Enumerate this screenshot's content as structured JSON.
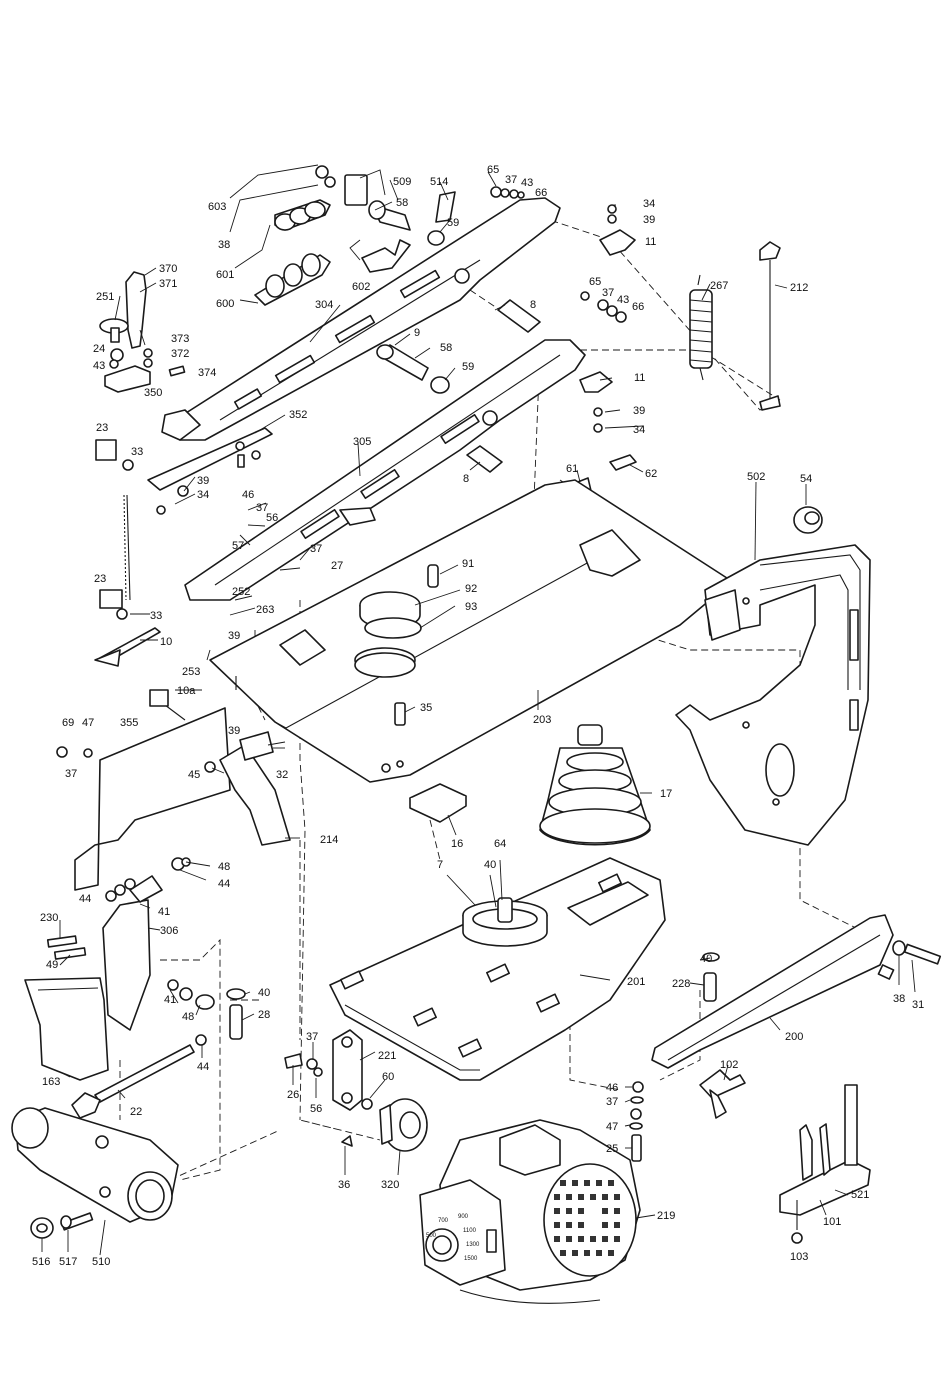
{
  "callouts": {
    "c603": "603",
    "c38": "38",
    "c601": "601",
    "c600": "600",
    "c602": "602",
    "c509": "509",
    "c514": "514",
    "c58a": "58",
    "c59a": "59",
    "c65a": "65",
    "c37a": "37",
    "c43a": "43",
    "c66a": "66",
    "c34a": "34",
    "c39a": "39",
    "c11a": "11",
    "c370": "370",
    "c371": "371",
    "c251": "251",
    "c373": "373",
    "c372": "372",
    "c24": "24",
    "c43b": "43",
    "c374": "374",
    "c350": "350",
    "c304": "304",
    "c8a": "8",
    "c65b": "65",
    "c37b": "37",
    "c43c": "43",
    "c66b": "66",
    "c267": "267",
    "c212": "212",
    "c9": "9",
    "c58b": "58",
    "c59b": "59",
    "c11b": "11",
    "c39b": "39",
    "c34b": "34",
    "c352": "352",
    "c23a": "23",
    "c33a": "33",
    "c39c": "39",
    "c34c": "34",
    "c305": "305",
    "c8b": "8",
    "c61": "61",
    "c62": "62",
    "c502": "502",
    "c54": "54",
    "c46a": "46",
    "c37c": "37",
    "c56a": "56",
    "c57": "57",
    "c37d": "37",
    "c27": "27",
    "c91": "91",
    "c92": "92",
    "c93": "93",
    "c23b": "23",
    "c252": "252",
    "c263": "263",
    "c33b": "33",
    "c10": "10",
    "c39d": "39",
    "c253": "253",
    "c10a": "10a",
    "c35": "35",
    "c203": "203",
    "c69": "69",
    "c47a": "47",
    "c355": "355",
    "c37e": "37",
    "c39e": "39",
    "c45": "45",
    "c32": "32",
    "c17": "17",
    "c16": "16",
    "c214": "214",
    "c64": "64",
    "c7": "7",
    "c40a": "40",
    "c48a": "48",
    "c44a": "44",
    "c44b": "44",
    "c41a": "41",
    "c230": "230",
    "c306": "306",
    "c49": "49",
    "c41b": "41",
    "c48b": "48",
    "c40b": "40",
    "c28": "28",
    "c163": "163",
    "c44c": "44",
    "c22": "22",
    "c40c": "40",
    "c228": "228",
    "c201": "201",
    "c38b": "38",
    "c31": "31",
    "c200": "200",
    "c37f": "37",
    "c221": "221",
    "c26": "26",
    "c56b": "56",
    "c60": "60",
    "c102": "102",
    "c46b": "46",
    "c37g": "37",
    "c47b": "47",
    "c25": "25",
    "c36": "36",
    "c320": "320",
    "c219": "219",
    "c521": "521",
    "c101": "101",
    "c103": "103",
    "c510": "510",
    "c516": "516",
    "c517": "517"
  },
  "motor_dial": {
    "t1": "700",
    "t2": "900",
    "t3": "500",
    "t4": "1100",
    "t5": "1300",
    "t6": "1500"
  }
}
